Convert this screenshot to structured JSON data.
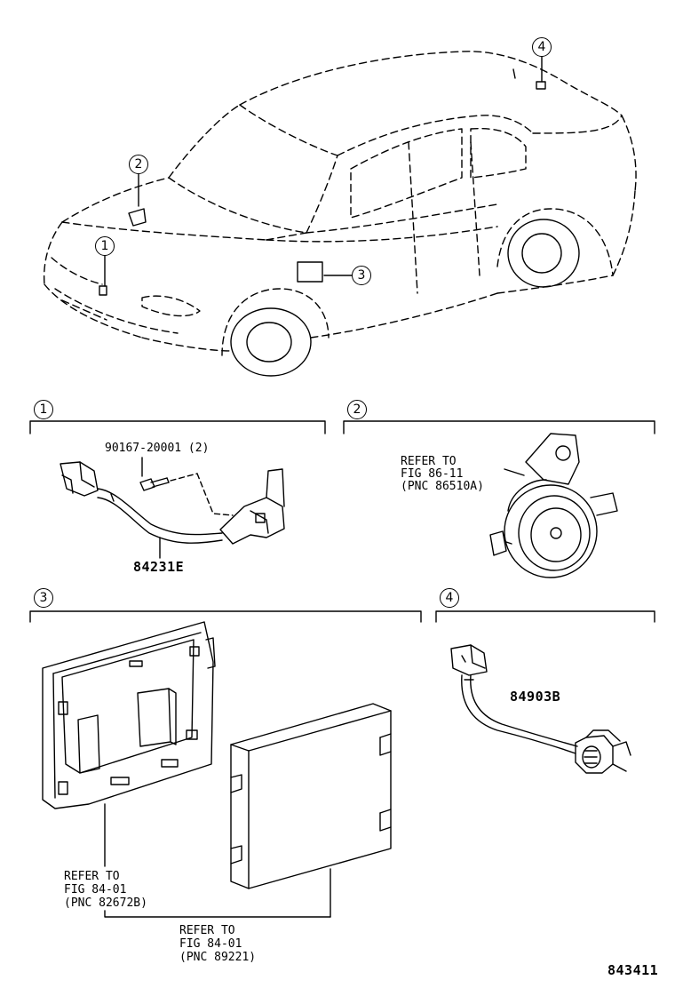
{
  "callouts": {
    "c1": "1",
    "c2": "2",
    "c3": "3",
    "c4": "4"
  },
  "section_labels": {
    "s1": "1",
    "s2": "2",
    "s3": "3",
    "s4": "4"
  },
  "parts": {
    "bolt": "90167-20001 (2)",
    "harness1": "84231E",
    "harness4": "84903B"
  },
  "refs": {
    "horn_line1": "REFER TO",
    "horn_line2": "FIG 86-11",
    "horn_line3": "(PNC 86510A)",
    "bracket_line1": "REFER TO",
    "bracket_line2": "FIG 84-01",
    "bracket_line3": "(PNC 82672B)",
    "ecu_line1": "REFER TO",
    "ecu_line2": "FIG 84-01",
    "ecu_line3": "(PNC 89221)"
  },
  "figure_id": "843411"
}
